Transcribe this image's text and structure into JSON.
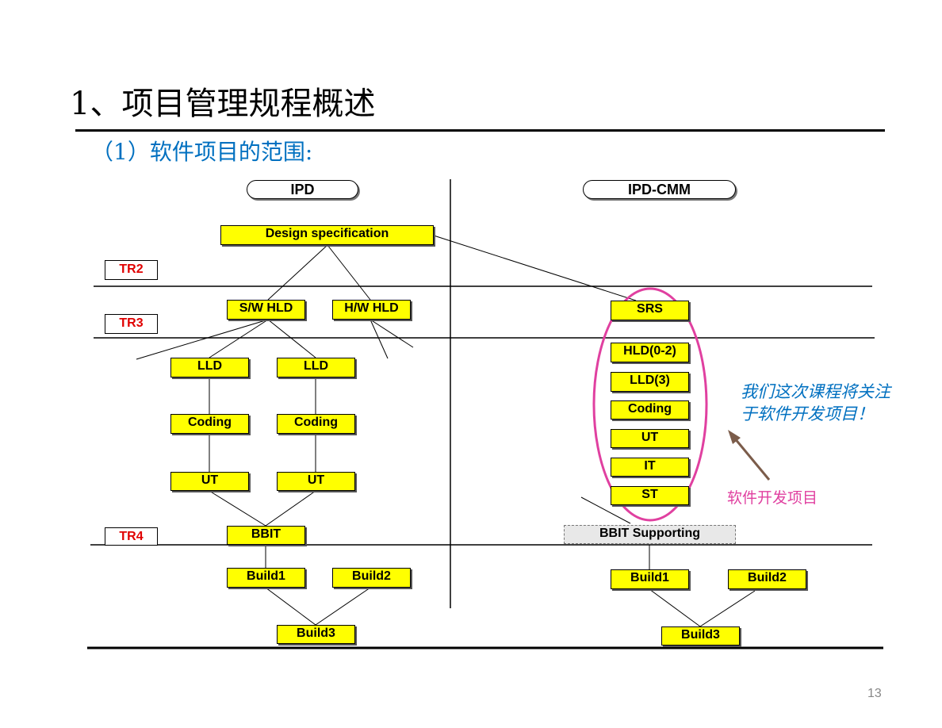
{
  "title": "1、项目管理规程概述",
  "subtitle": "（1）软件项目的范围:",
  "columns": {
    "left": "IPD",
    "right": "IPD-CMM"
  },
  "tr_labels": {
    "tr2": "TR2",
    "tr3": "TR3",
    "tr4": "TR4"
  },
  "ipd": {
    "design_spec": "Design specification",
    "sw_hld": "S/W HLD",
    "hw_hld": "H/W HLD",
    "lld1": "LLD",
    "lld2": "LLD",
    "coding1": "Coding",
    "coding2": "Coding",
    "ut1": "UT",
    "ut2": "UT",
    "bbit": "BBIT",
    "build1": "Build1",
    "build2": "Build2",
    "build3": "Build3"
  },
  "cmm": {
    "srs": "SRS",
    "hld": "HLD(0-2)",
    "lld": "LLD(3)",
    "coding": "Coding",
    "ut": "UT",
    "it": "IT",
    "st": "ST",
    "bbit_supporting": "BBIT Supporting",
    "build1": "Build1",
    "build2": "Build2",
    "build3": "Build3"
  },
  "note": "我们这次课程将关注于软件开发项目！",
  "highlight_label": "软件开发项目",
  "page_number": "13",
  "colors": {
    "box_fill": "#ffff00",
    "tr_text": "#e00000",
    "subtitle": "#0070c0",
    "highlight": "#e040a0",
    "arrow": "#7b5c4a"
  }
}
